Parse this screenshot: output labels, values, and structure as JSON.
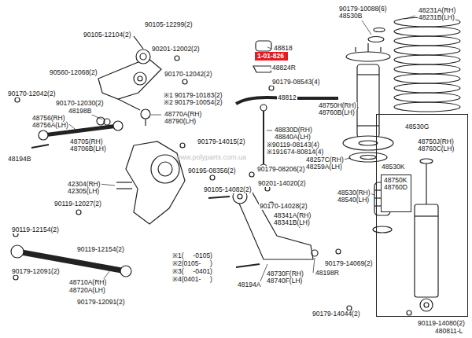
{
  "diagram": {
    "nodes": [
      {
        "text": [
          "1-01-826"
        ]
      },
      {
        "text": [
          "48530G",
          "48750J(RH)",
          "48760C(LH)",
          "48530K"
        ]
      },
      {
        "text": [
          "48750K",
          "48760D"
        ],
        "in": 1
      }
    ],
    "labels": [
      "90179-10088(6)",
      "48530B",
      "48231A(RH)",
      "48231B(LH)",
      "90105-12299(2)",
      "90105-12104(2)",
      "48818",
      "90201-12002(2)",
      "48824R",
      "90560-12068(2)",
      "90170-12042(2)",
      "90179-08543(4)",
      "90170-12042(2)",
      "※1 90179-10183(2)",
      "48812",
      "90170-12030(2)",
      "※2 90179-10054(2)",
      "48750H(RH)",
      "48198B",
      "48760B(LH)",
      "48770A(RH)",
      "48756(RH)",
      "48790(LH)",
      "48756A(LH)",
      "48830D(RH)",
      "48840A(LH)",
      "90179-14015(2)",
      "48705(RH)",
      "※90119-08143(4)",
      "48706B(LH)",
      "※191674-80814(4)",
      "48194B",
      "48257C(RH)",
      "www.polyparts.com.ua",
      "48259A(LH)",
      "90195-08356(2)",
      "90179-08206(2)",
      "90201-14020(2)",
      "42304(RH)",
      "90105-14082(2)",
      "42305(LH)",
      "48530(RH)",
      "48540(LH)",
      "90119-12027(2)",
      "90170-14028(2)",
      "48341A(RH)",
      "48341B(LH)",
      "90119-12154(2)",
      "90119-12154(2)",
      "※1(     -0105)",
      "※2(0105-     )",
      "※3(     -0401)",
      "※4(0401-     )",
      "90179-14069(2)",
      "90179-12091(2)",
      "48198R",
      "48730F(RH)",
      "48740F(LH)",
      "48710A(RH)",
      "48194A",
      "48720A(LH)",
      "90179-12091(2)",
      "90179-14044(2)",
      "90119-14080(2)",
      "480811-L"
    ]
  }
}
